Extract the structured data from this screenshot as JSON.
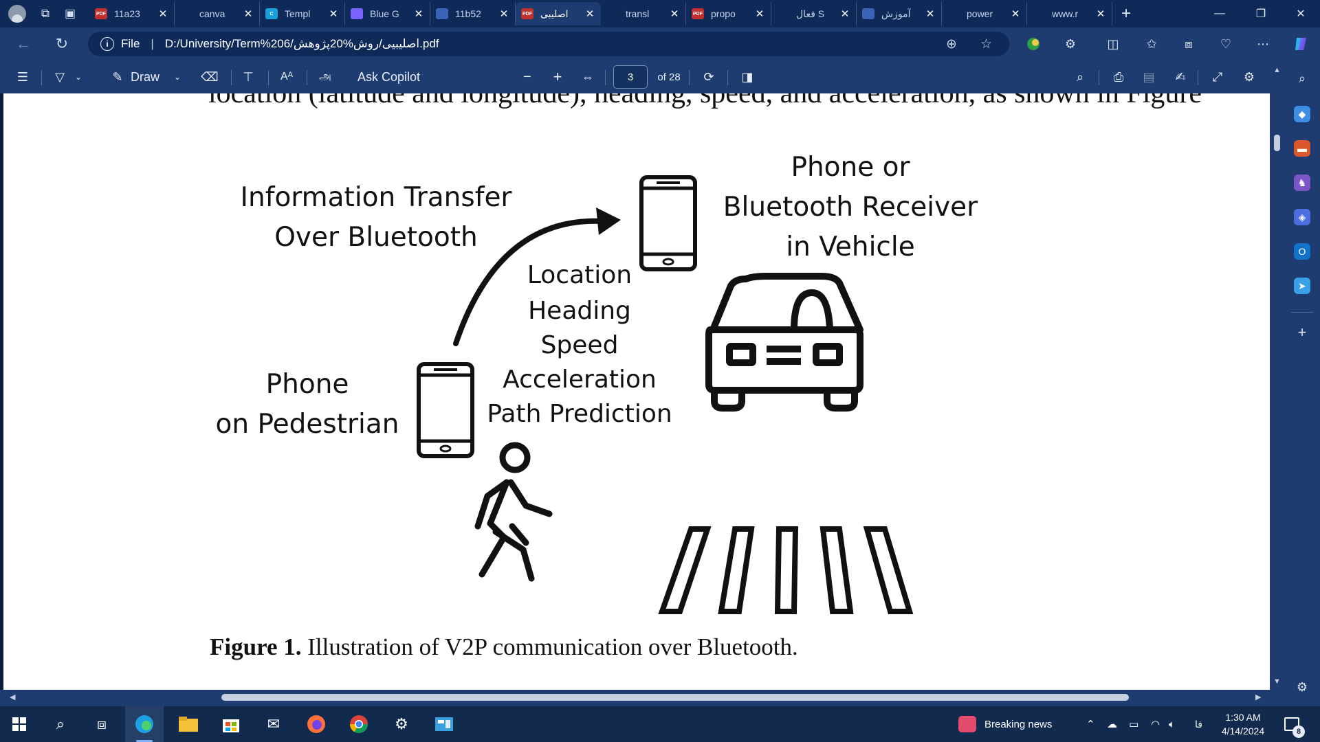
{
  "browser": {
    "tabs": [
      {
        "label": "11a23",
        "favicon": "pdf-icon",
        "fav_color": "#c3312f",
        "fav_text": "PDF"
      },
      {
        "label": "canva",
        "favicon": "blank-favicon",
        "fav_color": "transparent",
        "fav_text": ""
      },
      {
        "label": "Templ",
        "favicon": "canva-icon",
        "fav_color": "#1aa0d8",
        "fav_text": "C"
      },
      {
        "label": "Blue G",
        "favicon": "copilot-icon",
        "fav_color": "#7b61ff",
        "fav_text": ""
      },
      {
        "label": "11b52",
        "favicon": "document-icon",
        "fav_color": "#3a63b8",
        "fav_text": ""
      },
      {
        "label": "اصلیبی",
        "favicon": "pdf-icon",
        "fav_color": "#c3312f",
        "fav_text": "PDF",
        "active": true
      },
      {
        "label": "transl",
        "favicon": "blank-favicon",
        "fav_color": "transparent",
        "fav_text": ""
      },
      {
        "label": "propo",
        "favicon": "pdf-icon",
        "fav_color": "#c3312f",
        "fav_text": "PDF"
      },
      {
        "label": "فعال S",
        "favicon": "blank-favicon",
        "fav_color": "transparent",
        "fav_text": ""
      },
      {
        "label": "آموزش",
        "favicon": "wave-icon",
        "fav_color": "#3a63b8",
        "fav_text": ""
      },
      {
        "label": "power",
        "favicon": "blank-favicon",
        "fav_color": "transparent",
        "fav_text": ""
      },
      {
        "label": "www.r",
        "favicon": "link-icon",
        "fav_color": "transparent",
        "fav_text": ""
      }
    ],
    "address": {
      "scheme_label": "File",
      "url": "D:/University/Term%206/اصلیبیی/روش%20پژوهش.pdf"
    }
  },
  "pdf_toolbar": {
    "draw_label": "Draw",
    "copilot_label": "Ask Copilot",
    "current_page": "3",
    "page_total": "of 28"
  },
  "document": {
    "top_line": "location (latitude and longitude), heading, speed, and acceleration, as shown in Figure",
    "figure": {
      "label_transfer_1": "Information Transfer",
      "label_transfer_2": "Over Bluetooth",
      "label_receiver_1": "Phone or",
      "label_receiver_2": "Bluetooth Receiver",
      "label_receiver_3": "in Vehicle",
      "label_pedestrian_1": "Phone",
      "label_pedestrian_2": "on Pedestrian",
      "data_items": [
        "Location",
        "Heading",
        "Speed",
        "Acceleration",
        "Path Prediction"
      ]
    },
    "caption_bold": "Figure 1.",
    "caption_text": " Illustration of V2P communication over Bluetooth."
  },
  "taskbar": {
    "news_label": "Breaking news",
    "lang": "فا",
    "time": "1:30 AM",
    "date": "4/14/2024",
    "notification_count": "8"
  }
}
